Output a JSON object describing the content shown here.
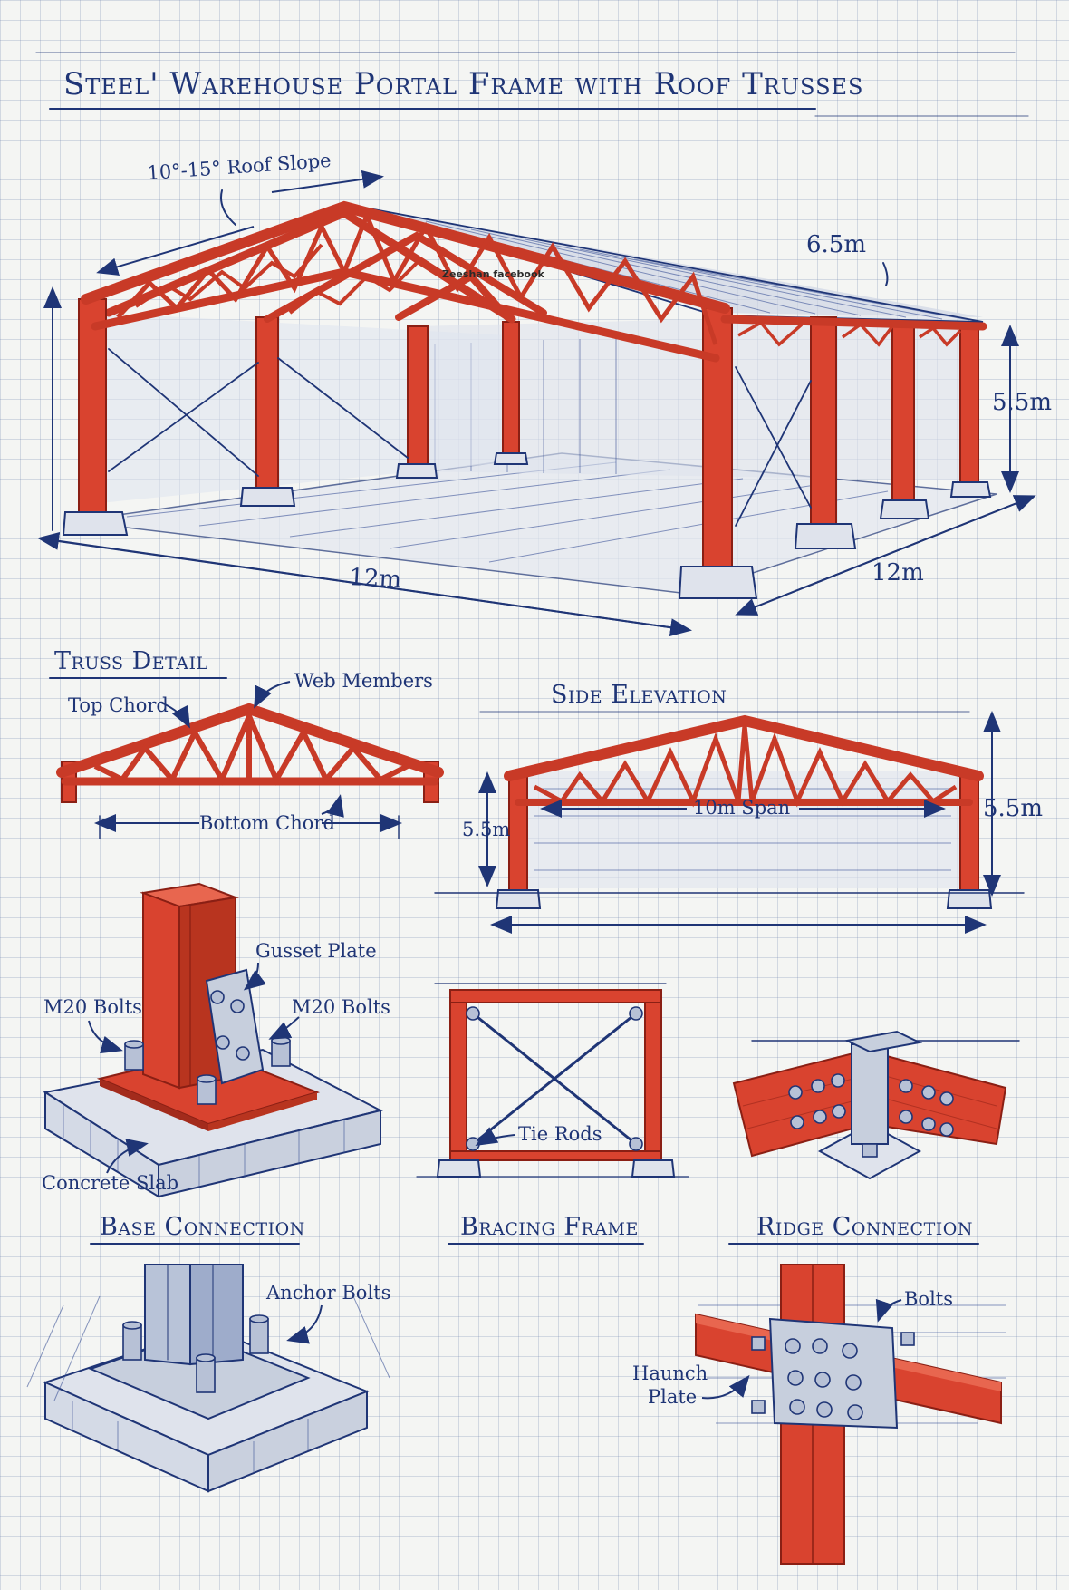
{
  "title": "Steel' Warehouse Portal Frame with Roof Trusses",
  "watermark": "Zeeshan facebook",
  "main_view": {
    "roof_slope_label": "10°-15° Roof Slope",
    "bay_spacing": "6.5m",
    "eave_height": "5.5m",
    "span_front": "12m",
    "span_side": "12m"
  },
  "truss_detail": {
    "heading": "Truss Detail",
    "top_chord": "Top Chord",
    "web_members": "Web Members",
    "bottom_chord": "Bottom Chord"
  },
  "side_elevation": {
    "heading": "Side Elevation",
    "span": "10m Span",
    "height_left": "5.5m",
    "height_right": "5.5m"
  },
  "base_connection": {
    "heading": "Base Connection",
    "gusset_plate": "Gusset Plate",
    "bolts_left": "M20 Bolts",
    "bolts_right": "M20 Bolts",
    "concrete_slab": "Concrete Slab",
    "anchor_bolts": "Anchor Bolts"
  },
  "bracing_frame": {
    "heading": "Bracing Frame",
    "tie_rods": "Tie Rods"
  },
  "ridge_connection": {
    "heading": "Ridge Connection",
    "bolts": "Bolts",
    "haunch_plate_line1": "Haunch",
    "haunch_plate_line2": "Plate"
  },
  "colors": {
    "steel": "#d9432f",
    "ink": "#1f3576",
    "paper": "#f4f5f3"
  }
}
